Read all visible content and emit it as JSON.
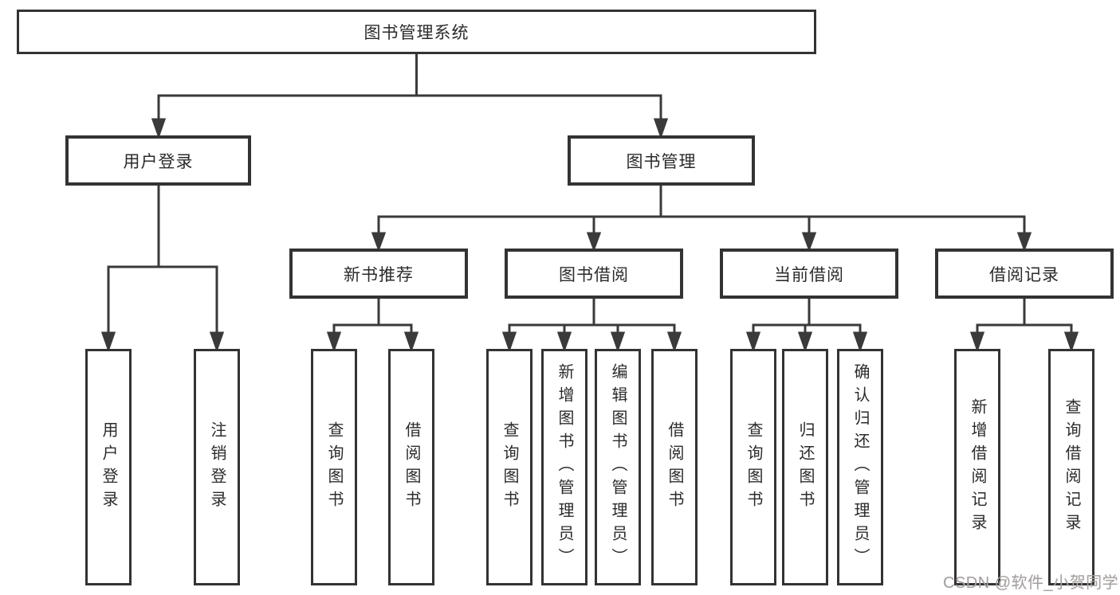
{
  "diagram_title": "图书管理系统",
  "colors": {
    "line": "#3a3a3a",
    "box_border": "#333333",
    "text": "#2b2b2b",
    "background": "#ffffff",
    "watermark": "#a3a3a3"
  },
  "nodes": {
    "root": "图书管理系统",
    "user_login": "用户登录",
    "book_management": "图书管理",
    "new_book_recommend": "新书推荐",
    "book_borrowing": "图书借阅",
    "current_borrowing": "当前借阅",
    "borrowing_records": "借阅记录",
    "leaf_user_login": "用户登录",
    "leaf_logout_login": "注销登录",
    "leaf_query_books_recommend": "查询图书",
    "leaf_borrow_books_recommend": "借阅图书",
    "leaf_query_books_borrow": "查询图书",
    "leaf_add_books_admin": "新增图书（管理员）",
    "leaf_edit_books_admin": "编辑图书（管理员）",
    "leaf_borrow_books_borrow": "借阅图书",
    "leaf_query_books_current": "查询图书",
    "leaf_return_books": "归还图书",
    "leaf_confirm_return_admin": "确认归还（管理员）",
    "leaf_add_borrow_record": "新增借阅记录",
    "leaf_query_borrow_record": "查询借阅记录"
  },
  "watermark": "CSDN @软件_小贺同学"
}
